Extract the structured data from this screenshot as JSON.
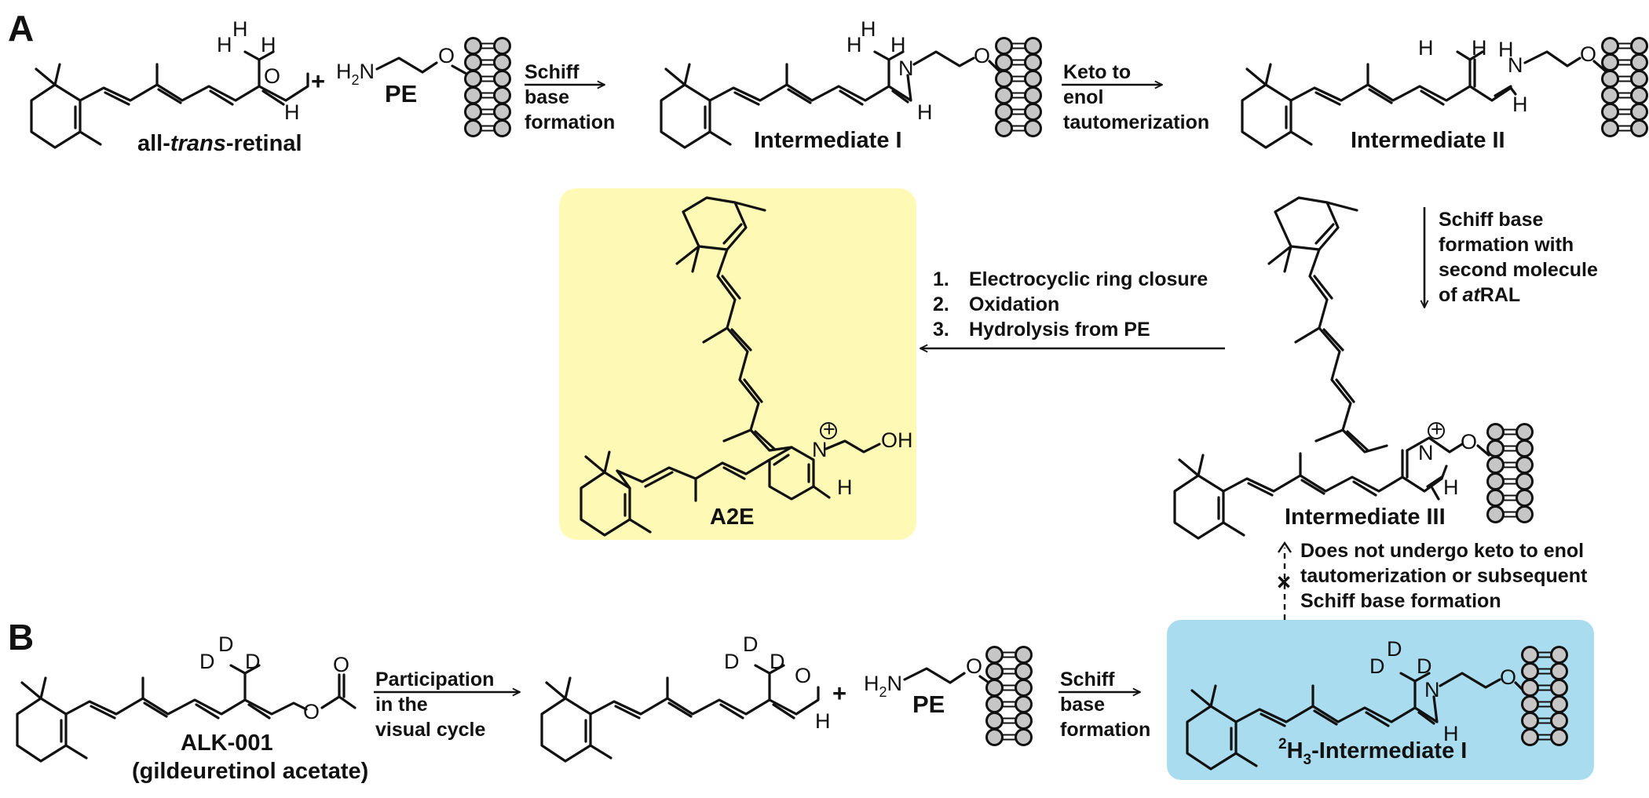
{
  "panels": {
    "a": "A",
    "b": "B"
  },
  "atoms": {
    "h": "H",
    "o": "O",
    "n": "N",
    "d": "D",
    "oh": "OH",
    "h2n_h": "H",
    "h2n_sub": "2",
    "h2n_n": "N",
    "plus_charge": "+",
    "cross": "×"
  },
  "molecules": {
    "retinal_prefix": "all-",
    "retinal_italic": "trans",
    "retinal_suffix": "-retinal",
    "pe": "PE",
    "intermediate_1": "Intermediate I",
    "intermediate_2": "Intermediate II",
    "intermediate_3": "Intermediate III",
    "a2e": "A2E",
    "alk001": "ALK-001",
    "alk001_alt": "(gildeuretinol acetate)",
    "deut_int_sup": "2",
    "deut_int_h": "H",
    "deut_int_sub": "3",
    "deut_int_rest": "-Intermediate I"
  },
  "reaction_steps": {
    "plus": "+",
    "schiff_1": "Schiff",
    "schiff_2": "base",
    "schiff_3": "formation",
    "keto_1": "Keto to",
    "keto_2": "enol",
    "keto_3": "tautomerization",
    "second_1": "Schiff base",
    "second_2": "formation with",
    "second_3": "second molecule",
    "second_4_pre": "of ",
    "second_4_italic": "at",
    "second_4_post": "RAL",
    "a2e_step_1_num": "1.",
    "a2e_step_1": "Electrocyclic ring closure",
    "a2e_step_2_num": "2.",
    "a2e_step_2": "Oxidation",
    "a2e_step_3_num": "3.",
    "a2e_step_3": "Hydrolysis from PE",
    "no_taut_1": "Does not undergo keto to enol",
    "no_taut_2": "tautomerization or subsequent",
    "no_taut_3": "Schiff base formation",
    "visual_1": "Participation",
    "visual_2": "in the",
    "visual_3": "visual cycle"
  },
  "colors": {
    "a2e_box": "#fef9b5",
    "deuterated_box": "#aadcef",
    "bead": "#c6c6c6"
  }
}
